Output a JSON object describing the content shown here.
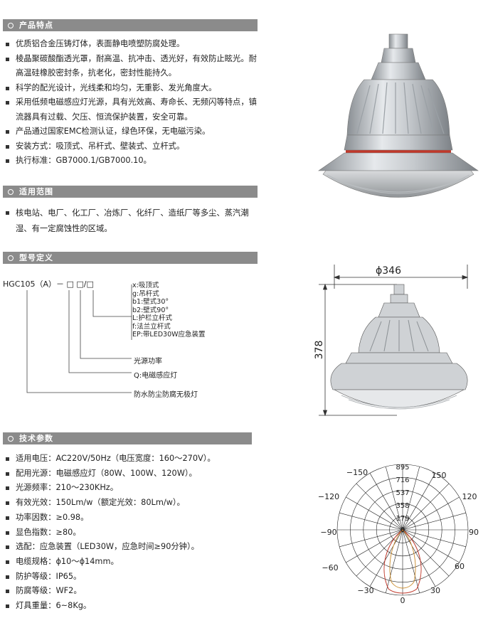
{
  "sections": {
    "features": "产品特点",
    "scope": "适用范围",
    "model": "型号定义",
    "params": "技术参数"
  },
  "features": [
    "优质铝合金压铸灯体，表面静电喷塑防腐处理。",
    "棱晶聚碳酸酯透光罩，耐高温、抗冲击、透光好，有效防止眩光。耐高温硅橡胶密封条，抗老化，密封性能持久。",
    "科学的配光设计，光线柔和均匀，无重影、发光角度大。",
    "采用低频电磁感应灯光源，具有光效高、寿命长、无频闪等特点，镇流器具有过载、欠压、恒流保护装置，安全可靠。",
    "产品通过国家EMC检测认证，绿色环保，无电磁污染。",
    "安装方式：吸顶式、吊杆式、壁装式、立杆式。",
    "执行标准：GB7000.1/GB7000.10。"
  ],
  "scope": [
    "核电站、电厂、化工厂、冶炼厂、化纤厂、造纸厂等多尘、蒸汽潮湿、有一定腐蚀性的区域。"
  ],
  "model": {
    "code": "HGC105（A）－ □ □/□",
    "mount_options": [
      "x:吸顶式",
      "g:吊杆式",
      "b1:壁式30°",
      "b2:壁式90°",
      "L:护栏立杆式",
      "f:法兰立杆式",
      "EP:带LED30W应急装置"
    ],
    "power_label": "光源功率",
    "source_label": "Q:电磁感应灯",
    "base_label": "防水防尘防腐无极灯"
  },
  "dims": {
    "width": "ϕ346",
    "height": "378"
  },
  "params": [
    "适用电压：AC220V/50Hz（电压宽度：160～270V）。",
    "配用光源：电磁感应灯（80W、100W、120W）。",
    "光源频率：210～230KHz。",
    "有效光效：150Lm/w（额定光效：80Lm/w）。",
    "功率因数：≥0.98。",
    "显色指数：≥80。",
    "选配：应急装置（LED30W，应急时间≥90分钟）。",
    "电缆规格：ϕ10～ϕ14mm。",
    "防护等级：IP65。",
    "防腐等级：WF2。",
    "灯具重量：6~8Kg。"
  ],
  "polar": {
    "radial_labels": [
      "895",
      "716",
      "537",
      "358",
      "179",
      "0"
    ],
    "angles": [
      "−150",
      "150",
      "−120",
      "120",
      "−90",
      "90",
      "−60",
      "60",
      "−30",
      "30",
      "0"
    ]
  }
}
